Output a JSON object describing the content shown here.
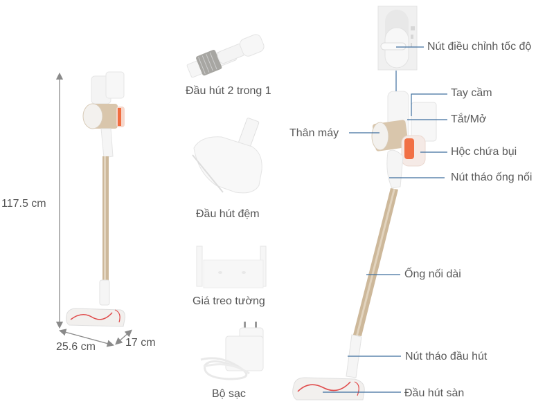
{
  "dimensions": {
    "height": "117.5 cm",
    "width": "25.6 cm",
    "depth": "17 cm"
  },
  "accessories": [
    {
      "id": "crevice",
      "label": "Đầu hút 2 trong 1"
    },
    {
      "id": "mattress",
      "label": "Đầu hút đệm"
    },
    {
      "id": "wall-mount",
      "label": "Giá treo tường"
    },
    {
      "id": "charger",
      "label": "Bộ sạc"
    }
  ],
  "callouts": [
    {
      "id": "speed-switch",
      "label": "Nút điều chỉnh tốc độ"
    },
    {
      "id": "handle",
      "label": "Tay cầm"
    },
    {
      "id": "power",
      "label": "Tắt/Mở"
    },
    {
      "id": "body",
      "label": "Thân máy"
    },
    {
      "id": "dust-bin",
      "label": "Hộc chứa bụi"
    },
    {
      "id": "tube-release",
      "label": "Nút tháo ống nối"
    },
    {
      "id": "extension-tube",
      "label": "Ống nối dài"
    },
    {
      "id": "head-release",
      "label": "Nút tháo đầu hút"
    },
    {
      "id": "floor-head",
      "label": "Đầu hút sàn"
    }
  ],
  "colors": {
    "leader_line": "#3d6e9e",
    "dimension_arrow": "#8a8a8a",
    "tube_gold": "#cdb89a",
    "accent_orange": "#f05a28",
    "brush_red": "#e04a4a"
  }
}
